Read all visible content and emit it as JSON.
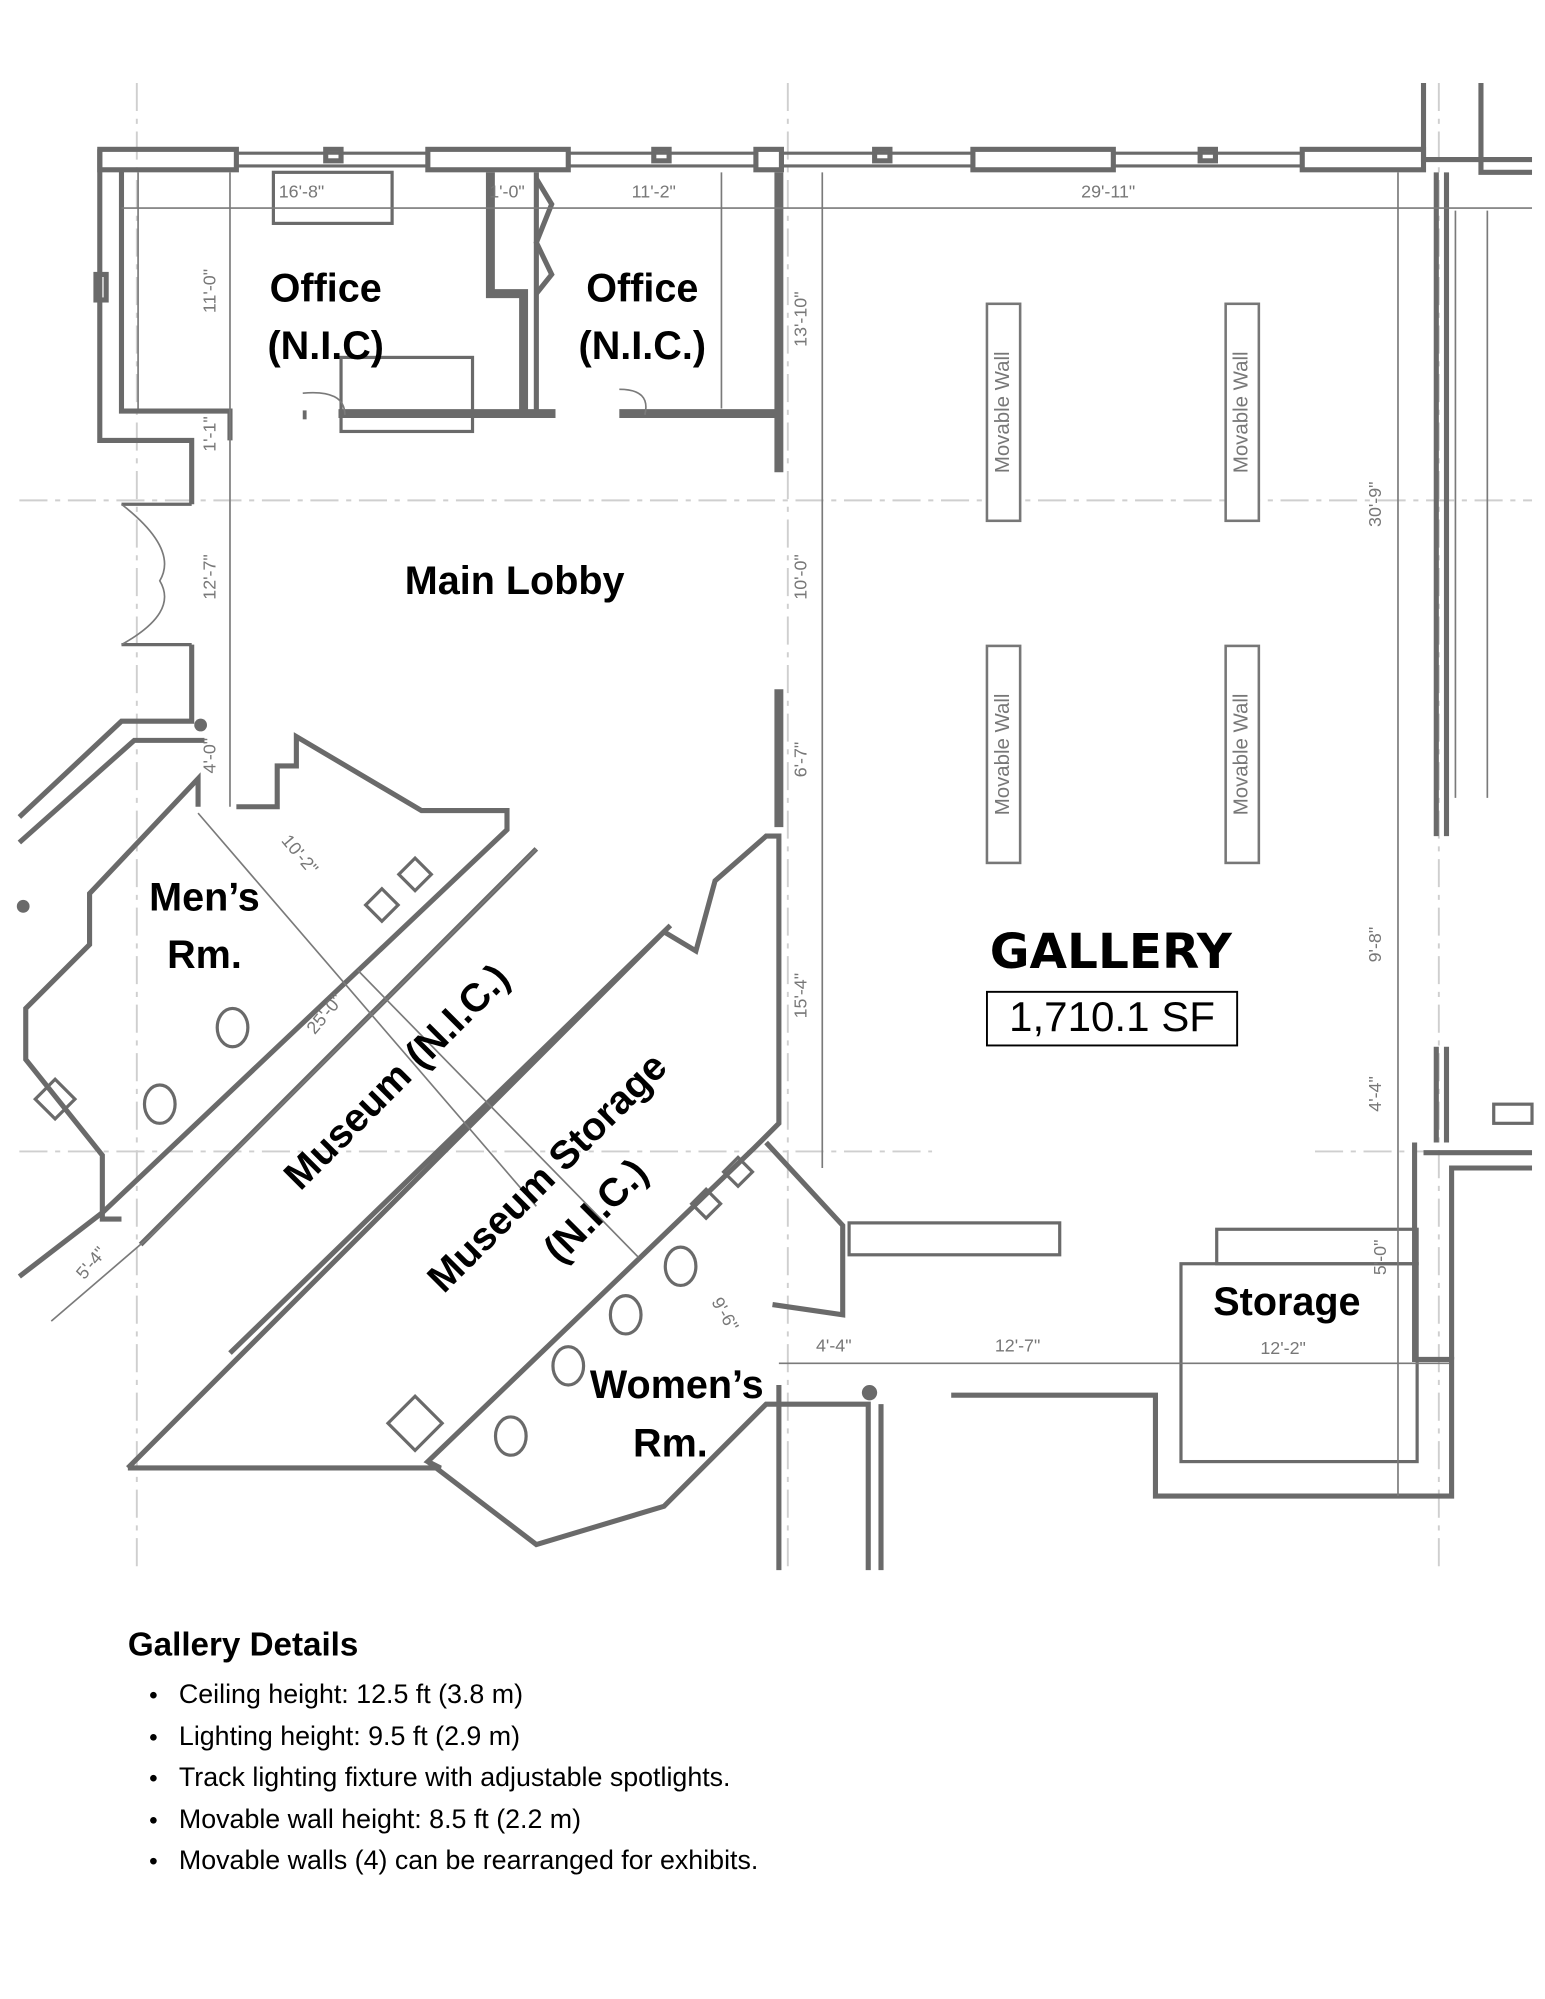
{
  "plan": {
    "rooms": {
      "office1": [
        "Office",
        "(N.I.C)"
      ],
      "office2": [
        "Office",
        "(N.I.C.)"
      ],
      "lobby": "Main Lobby",
      "mens": [
        "Men’s",
        "Rm."
      ],
      "museum": "Museum (N.I.C.)",
      "museum_storage": [
        "Museum Storage",
        "(N.I.C.)"
      ],
      "womens": [
        "Women’s",
        "Rm."
      ],
      "storage": "Storage",
      "gallery": "GALLERY",
      "gallery_area": "1,710.1 SF"
    },
    "movable_wall_label": "Movable Wall",
    "dimensions": {
      "top": [
        "16'-8\"",
        "1'-0\"",
        "11'-2\"",
        "29'-11\""
      ],
      "left": [
        "11'-0\"",
        "1'-1\"",
        "12'-7\"",
        "4'-0\""
      ],
      "center": [
        "13'-10\"",
        "10'-0\"",
        "6'-7\"",
        "15'-4\""
      ],
      "right": [
        "30'-9\"",
        "9'-8\"",
        "4'-4\"",
        "5'-0\""
      ],
      "bottom": [
        "4'-4\"",
        "12'-7\"",
        "12'-2\""
      ],
      "diagonal": [
        "10'-2\"",
        "25'-0\"",
        "5'-4\"",
        "9'-6\""
      ]
    }
  },
  "details": {
    "title": "Gallery Details",
    "items": [
      "Ceiling height: 12.5 ft (3.8 m)",
      "Lighting height: 9.5 ft (2.9 m)",
      "Track lighting fixture with adjustable spotlights.",
      "Movable wall height: 8.5 ft (2.2 m)",
      "Movable walls (4) can be rearranged for exhibits."
    ]
  },
  "colors": {
    "wall": "#6a6a6a",
    "text": "#000000"
  }
}
